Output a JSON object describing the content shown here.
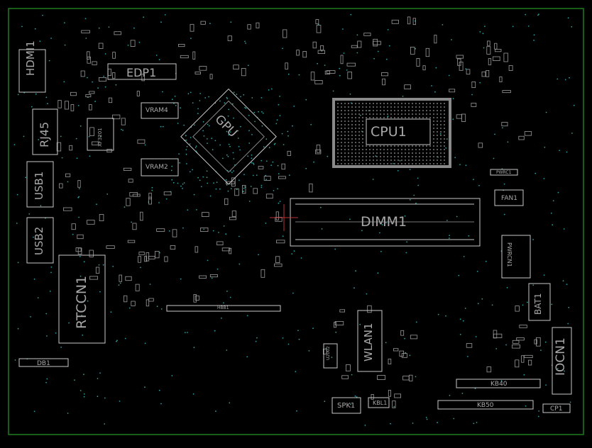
{
  "board": {
    "outline_color": "#1f7a1f",
    "silk_color": "#c8c8c8",
    "via_color": "#2a9d9d",
    "pad_color": "#9a9a9a"
  },
  "components": {
    "hdmi": "HDMI1",
    "rj45": "RJ45",
    "usb1": "USB1",
    "usb2": "USB2",
    "rtccn": "RTCCN1",
    "db": "DB1",
    "edp": "EDP1",
    "vram4": "VRAM4",
    "vram2": "VRAM2",
    "gpu": "GPU",
    "xf": "XF3201",
    "cpu": "CPU1",
    "dimm": "DIMM1",
    "fan": "FAN1",
    "pwrcn": "PWRCN1",
    "bat": "BAT1",
    "iocn": "IOCN1",
    "wlan": "WLAN1",
    "spk": "SPK1",
    "kbl": "KBL1",
    "kb40": "KB40",
    "kb50": "KB50",
    "cp": "CP1",
    "u": "U2002",
    "hb": "HBB1",
    "small_top": "PWRC1"
  }
}
